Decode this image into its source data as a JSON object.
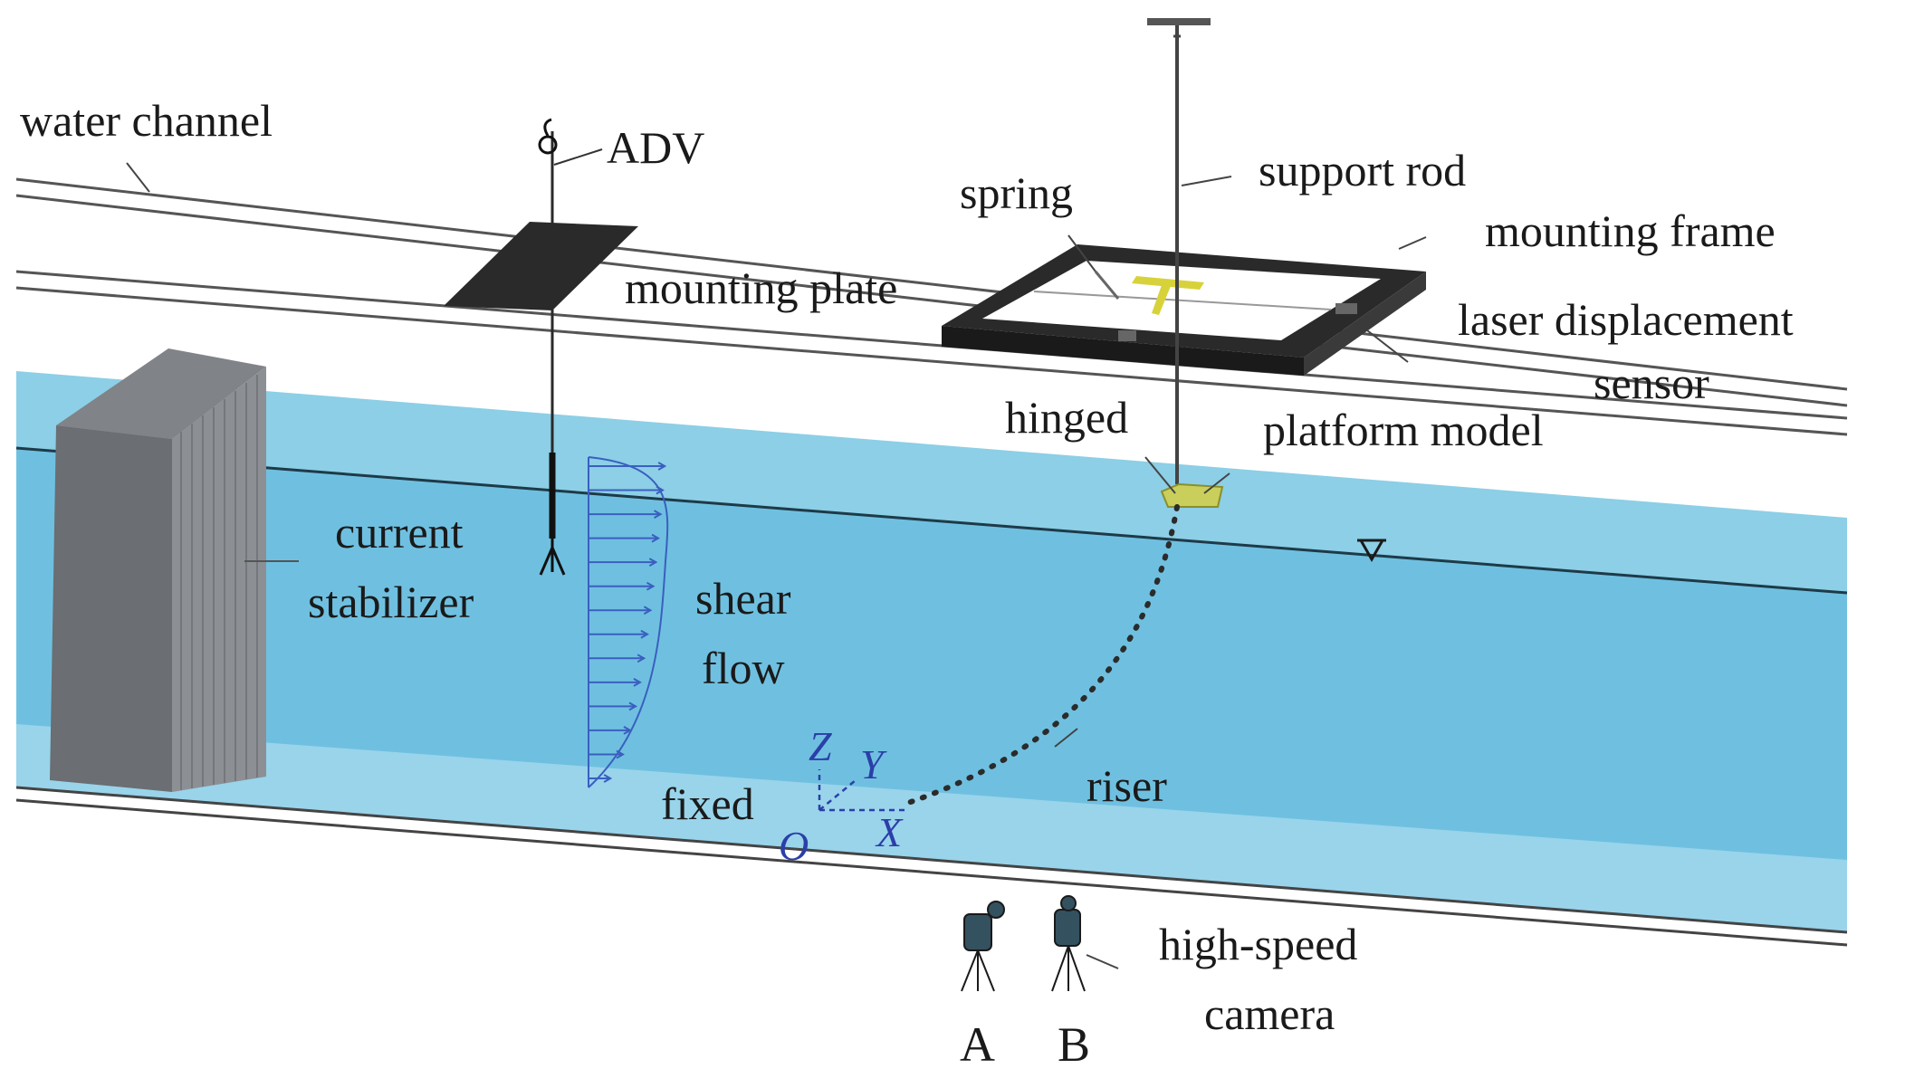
{
  "labels": {
    "water_channel": "water channel",
    "adv": "ADV",
    "mounting_plate": "mounting plate",
    "spring": "spring",
    "support_rod": "support rod",
    "mounting_frame": "mounting frame",
    "laser_line1": "laser displacement",
    "laser_line2": "sensor",
    "hinged": "hinged",
    "platform_model": "platform model",
    "current_line1": "current",
    "current_line2": "stabilizer",
    "shear_line1": "shear",
    "shear_line2": "flow",
    "riser": "riser",
    "fixed": "fixed",
    "highspeed_line1": "high-speed",
    "highspeed_line2": "camera",
    "camera_a": "A",
    "camera_b": "B"
  },
  "axes": {
    "origin": "O",
    "x": "X",
    "y": "Y",
    "z": "Z"
  },
  "colors": {
    "water_surface": "#8ccfe6",
    "water_front": "#6fc0e0",
    "water_bottom": "#a7dbef",
    "stabilizer_front": "#6b6e72",
    "stabilizer_side": "#8c9094",
    "stabilizer_top": "#808387",
    "frame": "#2a2a2a",
    "axis_color": "#2b3fa8",
    "platform": "#c9cf5a",
    "camera": "#34515f"
  }
}
